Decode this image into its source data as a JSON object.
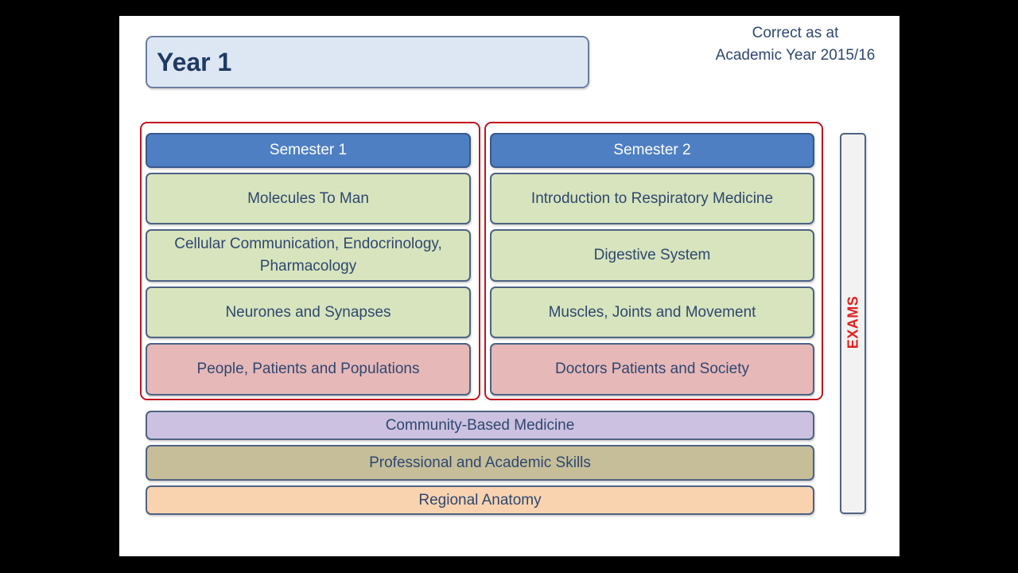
{
  "title": "Year 1",
  "note": {
    "line1": "Correct as at",
    "line2": "Academic Year 2015/16"
  },
  "semesters": [
    {
      "heading": "Semester 1",
      "modules": [
        "Molecules To Man",
        "Cellular Communication, Endocrinology, Pharmacology",
        "Neurones and Synapses",
        "People, Patients and Populations"
      ]
    },
    {
      "heading": "Semester 2",
      "modules": [
        "Introduction to Respiratory Medicine",
        "Digestive System",
        "Muscles, Joints and Movement",
        "Doctors Patients and Society"
      ]
    }
  ],
  "year_long": [
    "Community-Based Medicine",
    "Professional and Academic Skills",
    "Regional Anatomy"
  ],
  "exams_label": "EXAMS",
  "colors": {
    "semester_header": "#4f7fc3",
    "science_module": "#d8e4bd",
    "social_module": "#e6b8b8",
    "community": "#ccc1e0",
    "skills": "#c5be99",
    "anatomy": "#f9d3b0",
    "semester_frame": "#c0141f",
    "exams_text": "#e02020"
  }
}
